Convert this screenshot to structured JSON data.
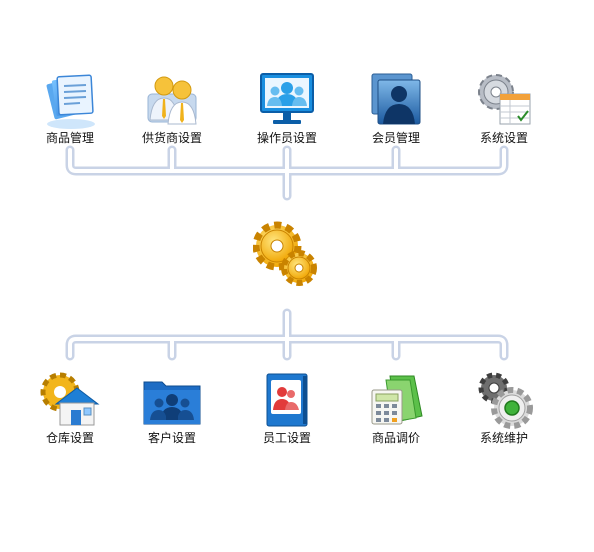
{
  "top_menu": {
    "items": [
      {
        "label": "商品管理",
        "icon": "product-docs-icon"
      },
      {
        "label": "供货商设置",
        "icon": "supplier-people-icon"
      },
      {
        "label": "操作员设置",
        "icon": "operator-monitor-icon"
      },
      {
        "label": "会员管理",
        "icon": "member-photo-icon"
      },
      {
        "label": "系统设置",
        "icon": "system-settings-icon"
      }
    ]
  },
  "center": {
    "icon": "gears-icon"
  },
  "bottom_menu": {
    "items": [
      {
        "label": "仓库设置",
        "icon": "warehouse-house-icon"
      },
      {
        "label": "客户设置",
        "icon": "customer-folder-icon"
      },
      {
        "label": "员工设置",
        "icon": "staff-book-icon"
      },
      {
        "label": "商品调价",
        "icon": "price-calculator-icon"
      },
      {
        "label": "系统维护",
        "icon": "maintenance-gears-icon"
      }
    ]
  },
  "colors": {
    "connector": "#c9d3e6",
    "connector_fill": "#ffffff"
  }
}
